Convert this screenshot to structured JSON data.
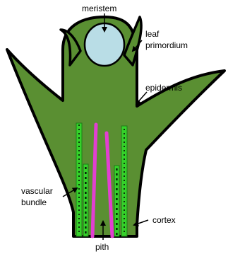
{
  "labels": {
    "meristem": "meristem",
    "leaf_primordium_line1": "leaf",
    "leaf_primordium_line2": "primordium",
    "epidermis": "epidermis",
    "vascular_bundle_line1": "vascular",
    "vascular_bundle_line2": "bundle",
    "cortex": "cortex",
    "pith": "pith"
  },
  "colors": {
    "tissue": "#5a8f32",
    "outline": "#000000",
    "meristem": "#b9dde6",
    "vascular_light": "#35d12a",
    "vascular_dark": "#1e7a16",
    "pith": "#e23fd1",
    "label": "#000000",
    "background": "#ffffff"
  }
}
